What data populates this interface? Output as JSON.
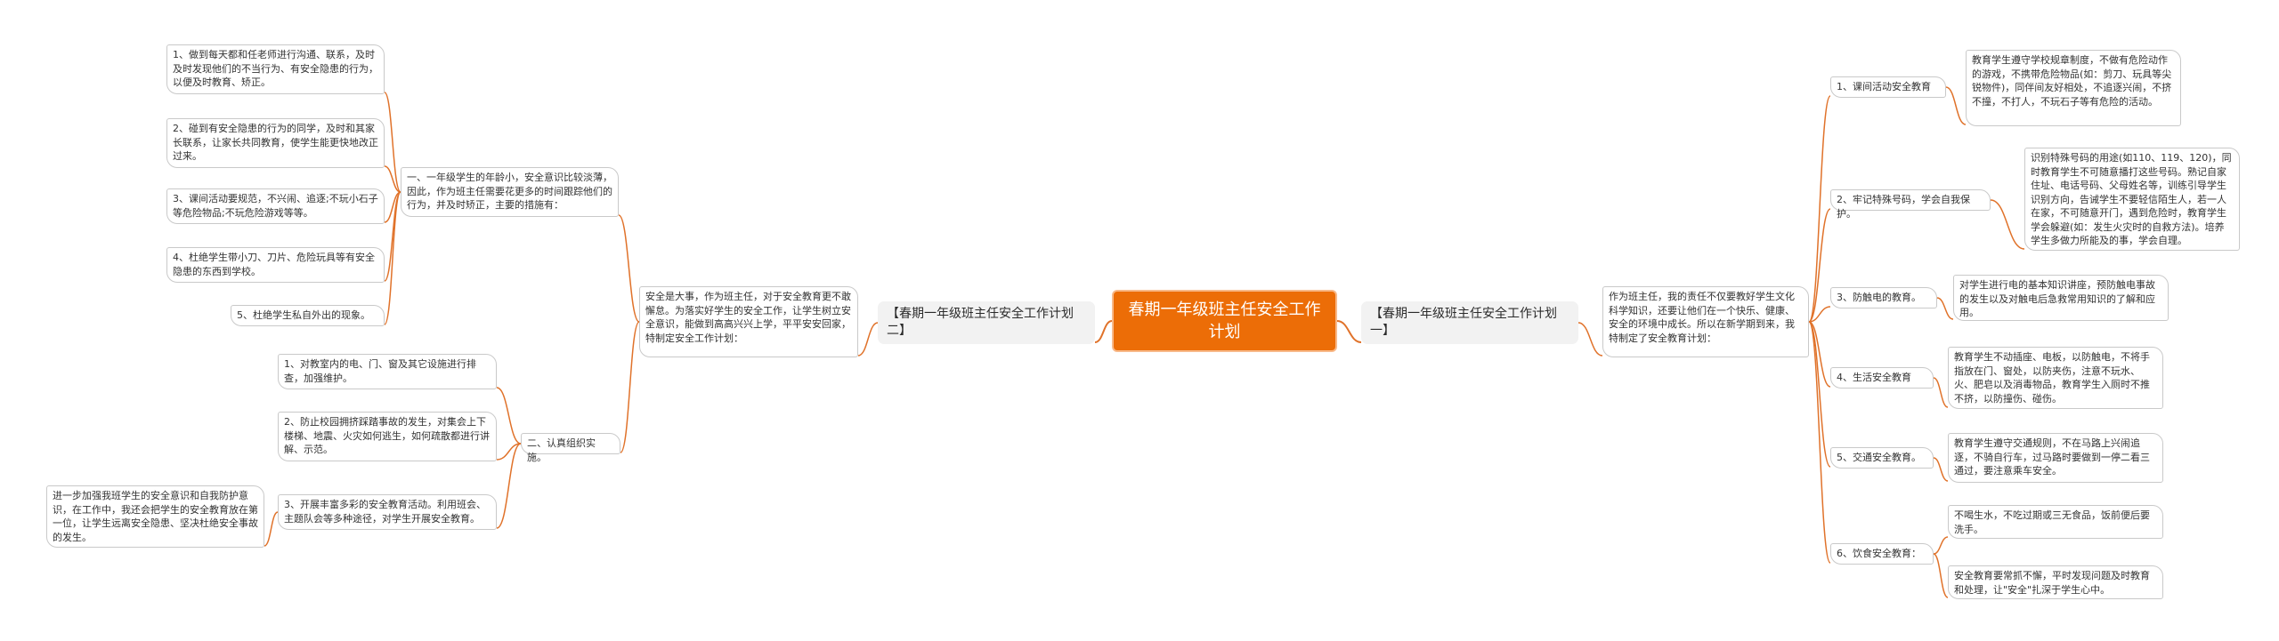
{
  "colors": {
    "accent": "#ec6d07",
    "line": "#e0722a",
    "branch_bg": "#f2f2f2"
  },
  "root": {
    "label": "春期一年级班主任安全工作计划"
  },
  "right": {
    "branch": "【春期一年级班主任安全工作计划一】",
    "intro": "作为班主任，我的责任不仅要教好学生文化科学知识，还要让他们在一个快乐、健康、安全的环境中成长。所以在新学期到来，我特制定了安全教育计划：",
    "items": [
      {
        "label": "1、课间活动安全教育",
        "details": [
          "教育学生遵守学校规章制度，不做有危险动作的游戏，不携带危险物品(如：剪刀、玩具等尖锐物件)，同伴间友好相处，不追逐兴闹，不挤不撞，不打人，不玩石子等有危险的活动。"
        ]
      },
      {
        "label": "2、牢记特殊号码，学会自我保护。",
        "details": [
          "识别特殊号码的用途(如110、119、120)，同时教育学生不可随意播打这些号码。熟记自家住址、电话号码、父母姓名等，训练引导学生识别方向，告诫学生不要轻信陌生人，若一人在家，不可随意开门，遇到危险时，教育学生学会躲避(如：发生火灾时的自救方法)。培养学生多做力所能及的事，学会自理。"
        ]
      },
      {
        "label": "3、防触电的教育。",
        "details": [
          "对学生进行电的基本知识讲座，预防触电事故的发生以及对触电后急救常用知识的了解和应用。"
        ]
      },
      {
        "label": "4、生活安全教育",
        "details": [
          "教育学生不动插座、电板，以防触电，不将手指放在门、窗处，以防夹伤，注意不玩水、火、肥皂以及消毒物品，教育学生入厕时不推不挤，以防撞伤、碰伤。"
        ]
      },
      {
        "label": "5、交通安全教育。",
        "details": [
          "教育学生遵守交通规则，不在马路上兴闹追逐，不骑自行车，过马路时要做到一停二看三通过，要注意乘车安全。"
        ]
      },
      {
        "label": "6、饮食安全教育：",
        "details": [
          "不喝生水，不吃过期或三无食品，饭前便后要洗手。",
          "安全教育要常抓不懈，平时发现问题及时教育和处理，让\"安全\"扎深于学生心中。"
        ]
      }
    ]
  },
  "left": {
    "branch": "【春期一年级班主任安全工作计划二】",
    "intro": "安全是大事，作为班主任，对于安全教育更不敢懈怠。为落实好学生的安全工作，让学生树立安全意识，能做到高高兴兴上学，平平安安回家，特制定安全工作计划：",
    "groups": [
      {
        "label": "一、一年级学生的年龄小，安全意识比较淡薄，因此，作为班主任需要花更多的时间跟踪他们的行为，并及时矫正，主要的措施有：",
        "items": [
          "1、做到每天都和任老师进行沟通、联系，及时及时发现他们的不当行为、有安全隐患的行为，以便及时教育、矫正。",
          "2、碰到有安全隐患的行为的同学，及时和其家长联系，让家长共同教育，使学生能更快地改正过来。",
          "3、课间活动要规范，不兴闹、追逐;不玩小石子等危险物品;不玩危险游戏等等。",
          "4、杜绝学生带小刀、刀片、危险玩具等有安全隐患的东西到学校。",
          "5、杜绝学生私自外出的现象。"
        ]
      },
      {
        "label": "二、认真组织实施。",
        "items": [
          "1、对教室内的电、门、窗及其它设施进行排查，加强维护。",
          "2、防止校园拥挤踩踏事故的发生，对集会上下楼梯、地震、火灾如何逃生，如何疏散都进行讲解、示范。",
          "3、开展丰富多彩的安全教育活动。利用班会、主题队会等多种途径，对学生开展安全教育。"
        ],
        "sub": "进一步加强我班学生的安全意识和自我防护意识，在工作中，我还会把学生的安全教育放在第一位，让学生远离安全隐患、坚决杜绝安全事故的发生。"
      }
    ]
  }
}
